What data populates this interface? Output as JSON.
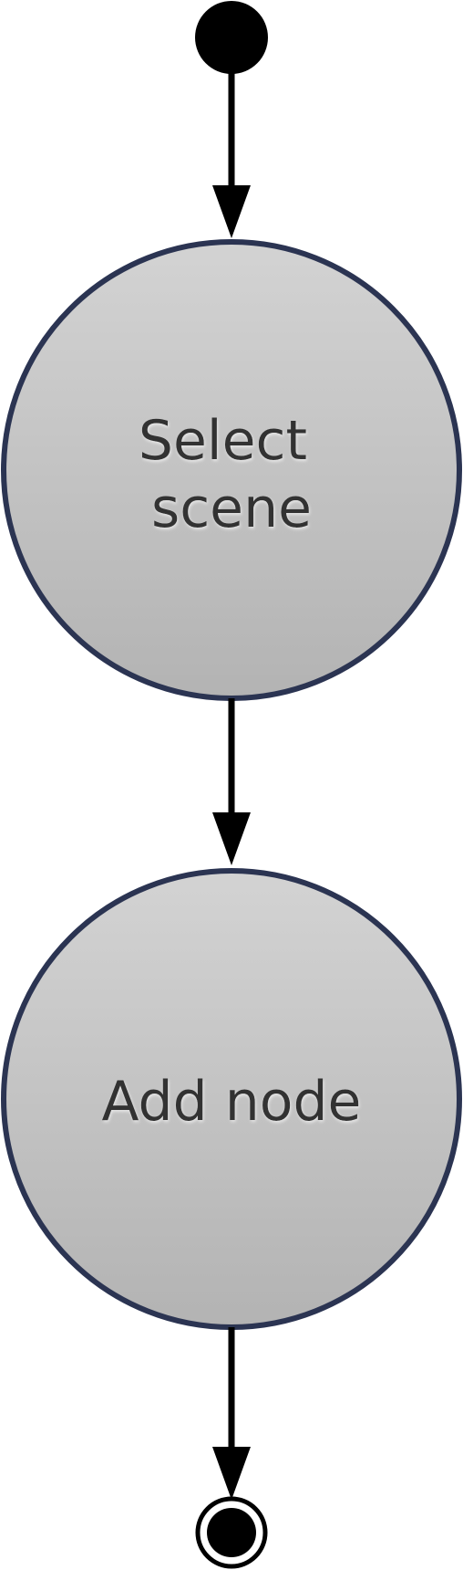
{
  "diagram": {
    "type": "state-diagram",
    "colors": {
      "node_border": "#2b3452",
      "node_fill_top": "#d3d3d3",
      "node_fill_bottom": "#b3b3b3",
      "text": "#333333",
      "edge": "#000000",
      "pseudo_state": "#000000"
    },
    "start": {
      "kind": "initial-state"
    },
    "states": [
      {
        "id": "select-scene",
        "label_lines": [
          "Select",
          "scene"
        ]
      },
      {
        "id": "add-node",
        "label_lines": [
          "Add node"
        ]
      }
    ],
    "end": {
      "kind": "final-state"
    },
    "transitions": [
      {
        "from": "initial-state",
        "to": "select-scene"
      },
      {
        "from": "select-scene",
        "to": "add-node"
      },
      {
        "from": "add-node",
        "to": "final-state"
      }
    ]
  }
}
